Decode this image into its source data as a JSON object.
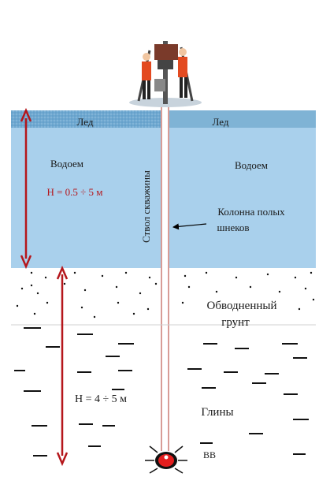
{
  "labels": {
    "ice_left": "Лед",
    "ice_right": "Лед",
    "water_left": "Водоем",
    "water_right": "Водоем",
    "water_depth": "H = 0.5 ÷ 5 м",
    "borehole": "Ствол скважины",
    "column_line1": "Колонна полых",
    "column_line2": "шнеков",
    "soil_line1": "Обводненный",
    "soil_line2": "грунт",
    "soil_depth": "H = 4 ÷ 5 м",
    "clay": "Глины",
    "explosive": "ВВ"
  },
  "colors": {
    "ice": "#7fb3d5",
    "water": "#a9d0ec",
    "depth_arrow": "#b5161b",
    "borehole": "#c0392b",
    "charge": "#e41e1e",
    "text": "#1a1a1a"
  }
}
